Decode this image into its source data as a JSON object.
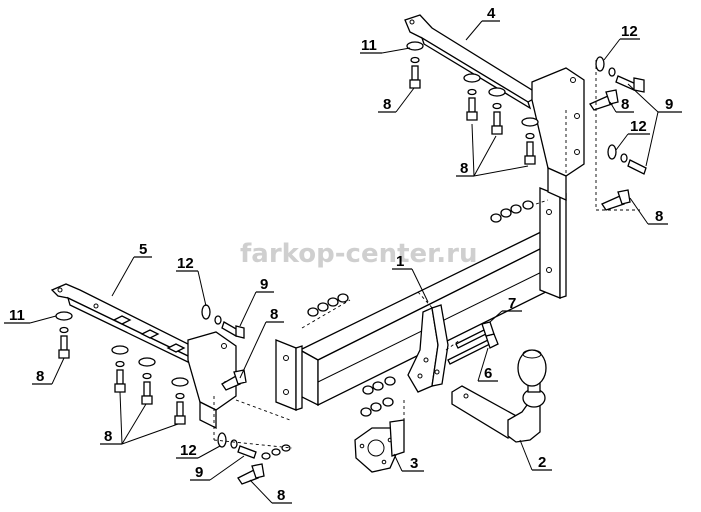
{
  "watermark": "farkop-center.ru",
  "labels": {
    "l1": "1",
    "l2": "2",
    "l3": "3",
    "l4": "4",
    "l5": "5",
    "l6": "6",
    "l7": "7",
    "l8a": "8",
    "l8b": "8",
    "l8c": "8",
    "l8d": "8",
    "l8e": "8",
    "l8f": "8",
    "l8g": "8",
    "l8h": "8",
    "l9a": "9",
    "l9b": "9",
    "l9c": "9",
    "l11a": "11",
    "l11b": "11",
    "l12a": "12",
    "l12b": "12",
    "l12c": "12",
    "l12d": "12"
  }
}
